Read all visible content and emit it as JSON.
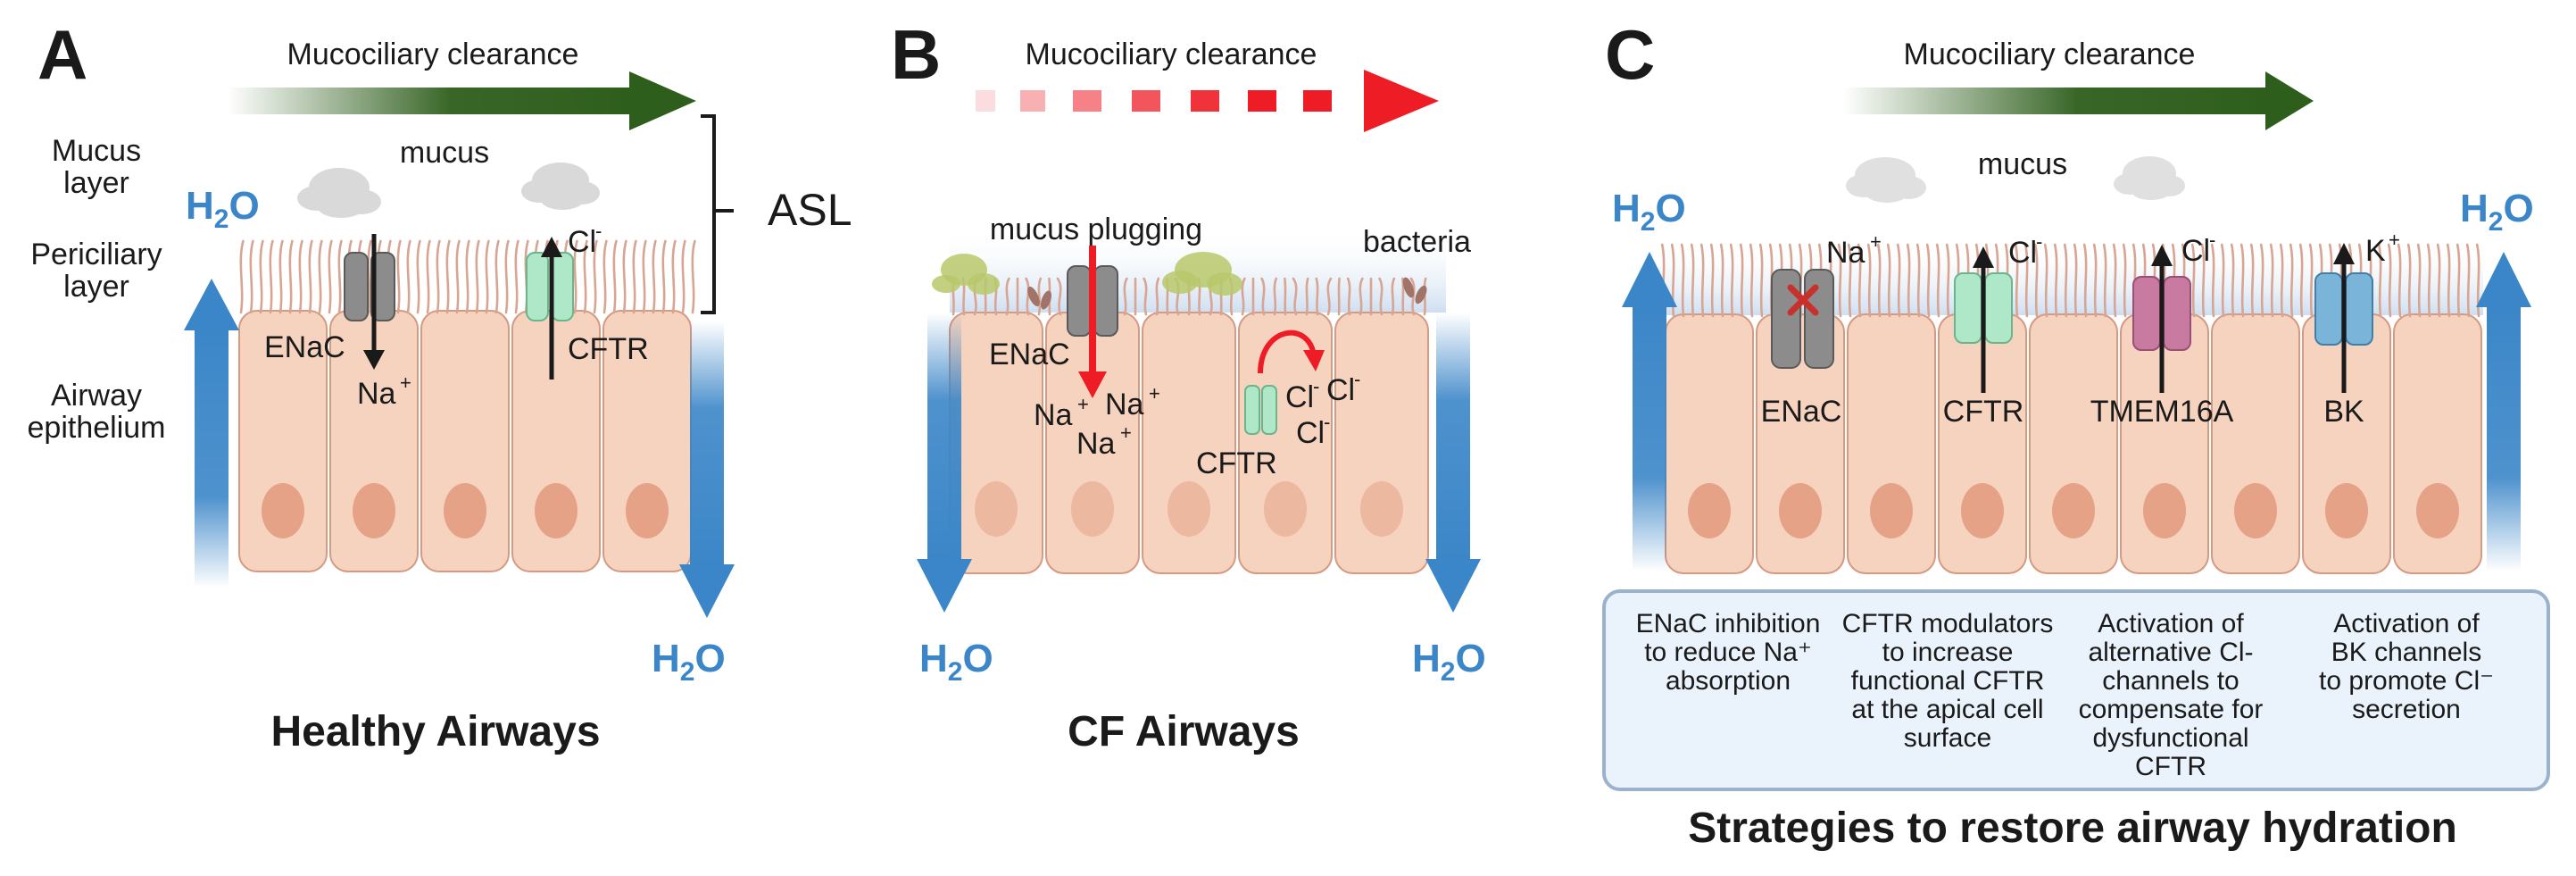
{
  "colors": {
    "cell_fill": "#f6d3bf",
    "cell_stroke": "#d49a82",
    "nucleus": "#e6a286",
    "water_blue": "#3b86c8",
    "green_arrow": "#2e5e1c",
    "red_arrow": "#ee1c25",
    "cilia": "#d8a592",
    "enac_gray": "#8c8c8c",
    "cftr_green": "#aee8c8",
    "tmem_pink": "#c97aa0",
    "bk_blue": "#7ab4d8",
    "strategy_box_fill": "#eaf2fb",
    "strategy_box_stroke": "#9ab2cc"
  },
  "panelA": {
    "letter": "A",
    "clearance": "Mucociliary clearance",
    "mucus": "mucus",
    "mucus_layer_1": "Mucus",
    "mucus_layer_2": "layer",
    "periciliary_1": "Periciliary",
    "periciliary_2": "layer",
    "epithelium_1": "Airway",
    "epithelium_2": "epithelium",
    "asl": "ASL",
    "enac": "ENaC",
    "na": "Na",
    "cftr": "CFTR",
    "cl": "Cl",
    "h2o_in": "H2O",
    "h2o_out": "H2O",
    "title": "Healthy Airways"
  },
  "panelB": {
    "letter": "B",
    "clearance": "Mucociliary clearance",
    "plugging": "mucus plugging",
    "bacteria": "bacteria",
    "enac": "ENaC",
    "na1": "Na",
    "na2": "Na",
    "na3": "Na",
    "cl1": "Cl",
    "cl2": "Cl",
    "cl3": "Cl",
    "cftr": "CFTR",
    "h2o_left": "H2O",
    "h2o_right": "H2O",
    "title": "CF Airways"
  },
  "panelC": {
    "letter": "C",
    "clearance": "Mucociliary clearance",
    "mucus": "mucus",
    "h2o_left": "H2O",
    "h2o_right": "H2O",
    "na": "Na",
    "cl1": "Cl",
    "cl2": "Cl",
    "k": "K",
    "enac": "ENaC",
    "cftr": "CFTR",
    "tmem": "TMEM16A",
    "bk": "BK",
    "title": "Strategies to restore airway hydration",
    "strategies": [
      [
        "ENaC inhibition",
        "to reduce Na⁺",
        "absorption"
      ],
      [
        "CFTR modulators",
        "to increase",
        "functional CFTR",
        "at the apical cell",
        "surface"
      ],
      [
        "Activation of",
        "alternative Cl-",
        "channels to",
        "compensate for",
        "dysfunctional",
        "CFTR"
      ],
      [
        "Activation of",
        "BK  channels",
        "to promote Cl⁻",
        "secretion"
      ]
    ]
  }
}
